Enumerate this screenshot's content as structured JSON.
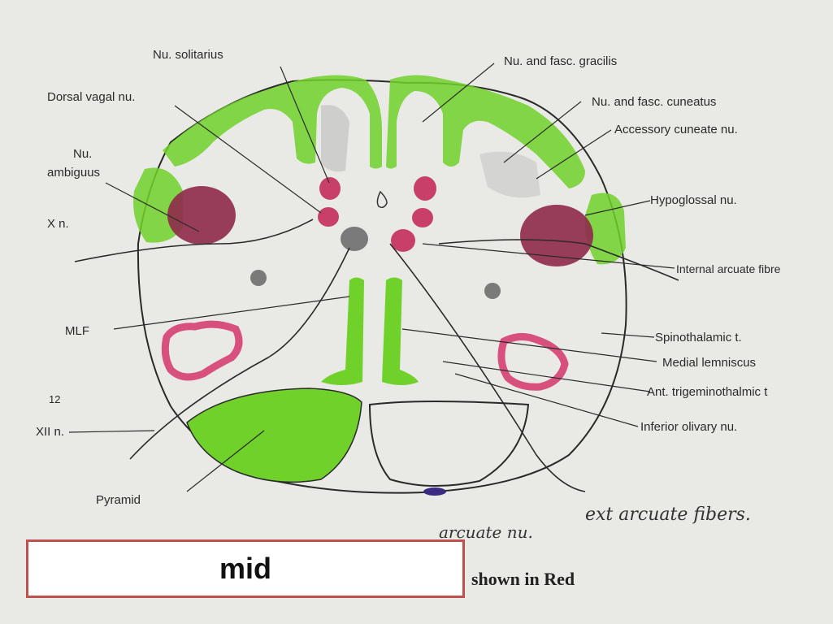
{
  "labels": {
    "nu_solitarius": "Nu. solitarius",
    "dorsal_vagal": "Dorsal vagal nu.",
    "nu_ambiguus_1": "Nu.",
    "nu_ambiguus_2": "ambiguus",
    "x_nerve": "X n.",
    "mlf": "MLF",
    "num_12": "12",
    "xii_nerve": "XII n.",
    "pyramid": "Pyramid",
    "gracilis": "Nu. and fasc. gracilis",
    "cuneatus": "Nu. and fasc. cuneatus",
    "accessory_cuneate": "Accessory cuneate nu.",
    "hypoglossal": "Hypoglossal nu.",
    "internal_arcuate": "Internal arcuate fibre",
    "spinothalamic": "Spinothalamic t.",
    "medial_lemniscus": "Medial lemniscus",
    "ant_trigeminothalamic": "Ant. trigeminothalmic t",
    "inferior_olivary": "Inferior olivary nu.",
    "arcuate_nu": "arcuate nu.",
    "ext_arcuate": "ext arcuate fibers.",
    "shown_in_red": "shown in Red"
  },
  "overlay": {
    "label": "mid"
  },
  "colors": {
    "green": "#6fd12a",
    "red": "#c8406a",
    "maroon": "#8e2a4a",
    "gray": "#7a7a7a",
    "box_border": "#c0504d"
  }
}
